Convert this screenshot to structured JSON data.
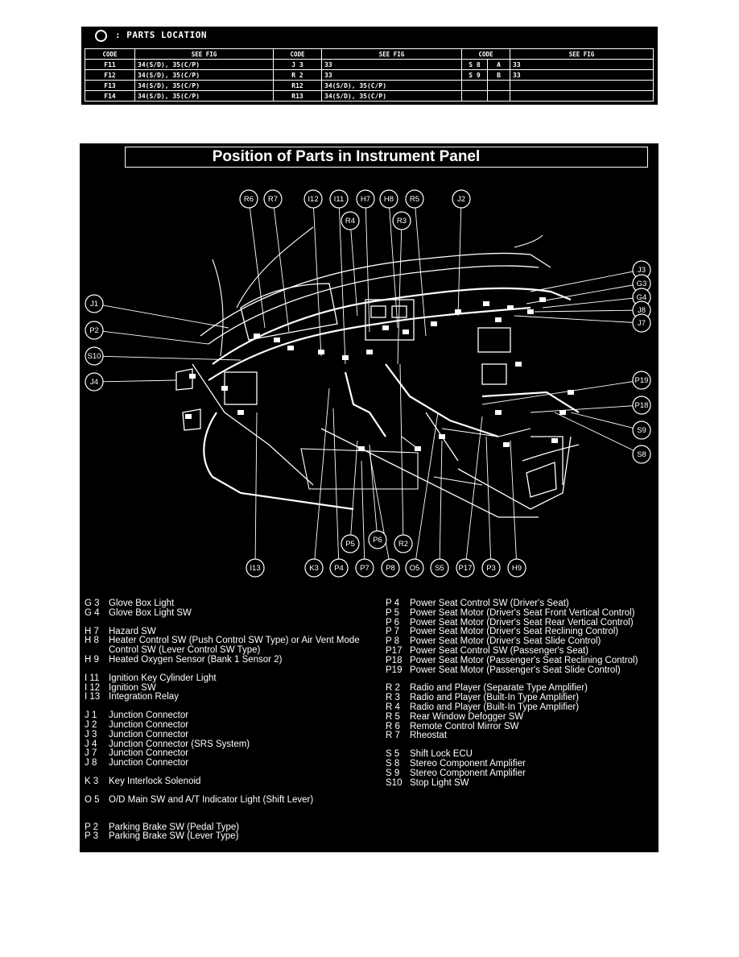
{
  "parts_location": {
    "title": ": PARTS LOCATION",
    "headers": [
      "CODE",
      "SEE FIG",
      "CODE",
      "SEE FIG",
      "CODE",
      "SEE FIG"
    ],
    "rows": [
      {
        "c1": "F11",
        "f1": "34(S/D), 35(C/P)",
        "c2": "J 3",
        "f2": "33",
        "c3a": "S 8",
        "c3b": "A",
        "f3": "33"
      },
      {
        "c1": "F12",
        "f1": "34(S/D), 35(C/P)",
        "c2": "R 2",
        "f2": "33",
        "c3a": "S 9",
        "c3b": "B",
        "f3": "33"
      },
      {
        "c1": "F13",
        "f1": "34(S/D), 35(C/P)",
        "c2": "R12",
        "f2": "34(S/D), 35(C/P)",
        "c3a": "",
        "c3b": "",
        "f3": ""
      },
      {
        "c1": "F14",
        "f1": "34(S/D), 35(C/P)",
        "c2": "R13",
        "f2": "34(S/D), 35(C/P)",
        "c3a": "",
        "c3b": "",
        "f3": ""
      }
    ]
  },
  "figure": {
    "title": "Position of Parts in Instrument Panel",
    "callouts_top": [
      "R6",
      "R7",
      "I12",
      "I11",
      "H7",
      "H8",
      "R5",
      "J2",
      "R4",
      "R3"
    ],
    "callouts_left": [
      "J1",
      "P2",
      "S10",
      "J4"
    ],
    "callouts_right": [
      "J3",
      "G3",
      "G4",
      "J8",
      "J7",
      "P19",
      "P18",
      "S9",
      "S8"
    ],
    "callouts_bottom": [
      "I13",
      "K3",
      "P4",
      "P7",
      "P8",
      "O5",
      "S5",
      "P17",
      "P3",
      "H9"
    ],
    "callouts_mid": [
      "P5",
      "P6",
      "R2"
    ]
  },
  "legend_left": [
    {
      "code": "G 3",
      "desc": "Glove Box Light"
    },
    {
      "code": "G 4",
      "desc": "Glove Box Light SW"
    },
    {
      "gap": true
    },
    {
      "code": "H 7",
      "desc": "Hazard SW"
    },
    {
      "code": "H 8",
      "desc": "Heater Control SW (Push Control SW Type) or Air Vent Mode Control SW (Lever Control SW Type)"
    },
    {
      "code": "H 9",
      "desc": "Heated Oxygen Sensor (Bank 1 Sensor 2)"
    },
    {
      "gap": true
    },
    {
      "code": "I 11",
      "desc": "Ignition Key Cylinder Light"
    },
    {
      "code": "I 12",
      "desc": "Ignition SW"
    },
    {
      "code": "I 13",
      "desc": "Integration Relay"
    },
    {
      "gap": true
    },
    {
      "code": "J 1",
      "desc": "Junction Connector"
    },
    {
      "code": "J 2",
      "desc": "Junction Connector"
    },
    {
      "code": "J 3",
      "desc": "Junction Connector"
    },
    {
      "code": "J 4",
      "desc": "Junction Connector (SRS System)"
    },
    {
      "code": "J 7",
      "desc": "Junction Connector"
    },
    {
      "code": "J 8",
      "desc": "Junction Connector"
    },
    {
      "gap": true
    },
    {
      "code": "K 3",
      "desc": "Key Interlock Solenoid"
    },
    {
      "gap": true
    },
    {
      "code": "O 5",
      "desc": "O/D Main SW and A/T Indicator Light (Shift Lever)"
    },
    {
      "gap": true
    },
    {
      "gap": true
    },
    {
      "code": "P 2",
      "desc": "Parking Brake SW (Pedal Type)"
    },
    {
      "code": "P 3",
      "desc": "Parking Brake SW (Lever Type)"
    }
  ],
  "legend_right": [
    {
      "code": "P 4",
      "desc": "Power Seat Control SW (Driver's Seat)"
    },
    {
      "code": "P 5",
      "desc": "Power Seat Motor (Driver's Seat Front Vertical Control)"
    },
    {
      "code": "P 6",
      "desc": "Power Seat Motor (Driver's Seat Rear Vertical Control)"
    },
    {
      "code": "P 7",
      "desc": "Power Seat Motor (Driver's Seat Reclining Control)"
    },
    {
      "code": "P 8",
      "desc": "Power Seat Motor (Driver's Seat Slide Control)"
    },
    {
      "code": "P17",
      "desc": "Power Seat Control SW (Passenger's Seat)"
    },
    {
      "code": "P18",
      "desc": "Power Seat Motor (Passenger's Seat Reclining Control)"
    },
    {
      "code": "P19",
      "desc": "Power Seat Motor (Passenger's Seat Slide Control)"
    },
    {
      "gap": true
    },
    {
      "code": "R 2",
      "desc": "Radio and Player (Separate Type Amplifier)"
    },
    {
      "code": "R 3",
      "desc": "Radio and Player (Built-In Type Amplifier)"
    },
    {
      "code": "R 4",
      "desc": "Radio and Player (Built-In Type Amplifier)"
    },
    {
      "code": "R 5",
      "desc": "Rear Window Defogger SW"
    },
    {
      "code": "R 6",
      "desc": "Remote Control Mirror SW"
    },
    {
      "code": "R 7",
      "desc": "Rheostat"
    },
    {
      "gap": true
    },
    {
      "code": "S 5",
      "desc": "Shift Lock ECU"
    },
    {
      "code": "S 8",
      "desc": "Stereo Component Amplifier"
    },
    {
      "code": "S 9",
      "desc": "Stereo Component Amplifier"
    },
    {
      "code": "S10",
      "desc": "Stop Light SW"
    }
  ]
}
